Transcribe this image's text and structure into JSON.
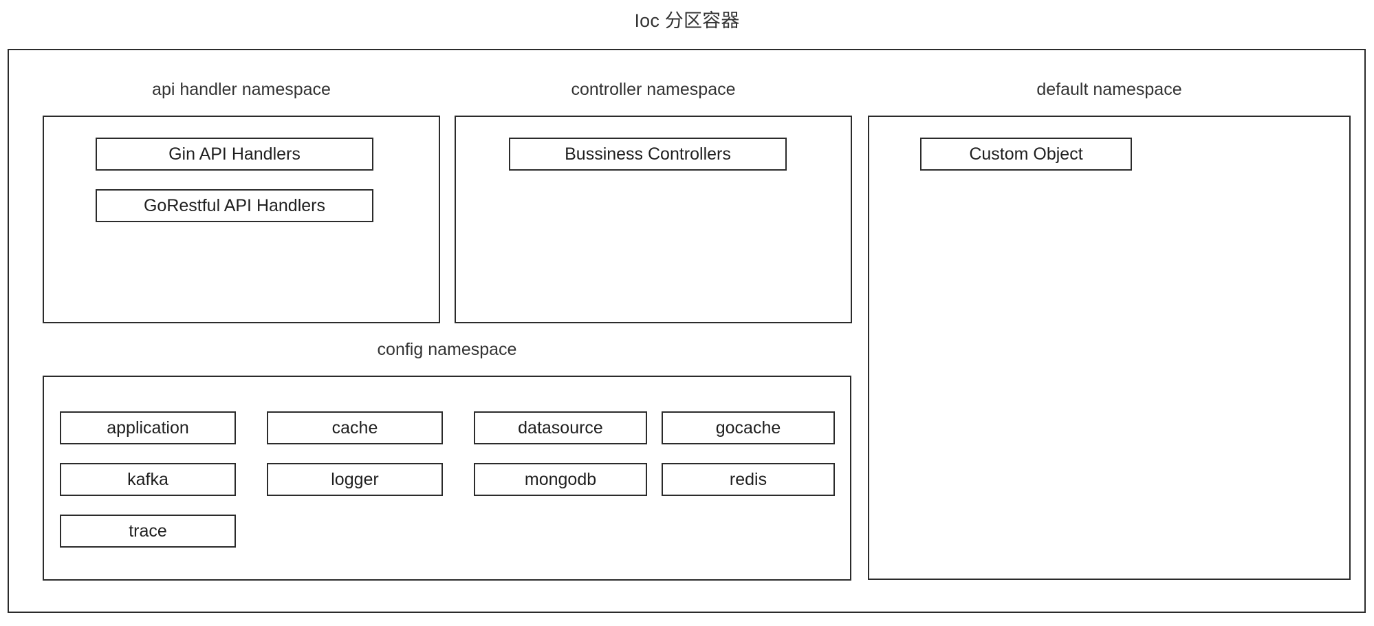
{
  "diagram": {
    "title": "Ioc 分区容器",
    "type": "block-diagram",
    "colors": {
      "border": "#2b2b2b",
      "background": "#ffffff",
      "text": "#1f1f1f",
      "label_text": "#333333"
    },
    "namespaces": [
      {
        "id": "api-handler",
        "label": "api handler namespace",
        "items": [
          {
            "id": "gin-api-handlers",
            "label": "Gin API Handlers"
          },
          {
            "id": "gorestful-api-handlers",
            "label": "GoRestful API Handlers"
          }
        ]
      },
      {
        "id": "controller",
        "label": "controller namespace",
        "items": [
          {
            "id": "bussiness-controllers",
            "label": "Bussiness Controllers"
          }
        ]
      },
      {
        "id": "default",
        "label": "default namespace",
        "items": [
          {
            "id": "custom-object",
            "label": "Custom Object"
          }
        ]
      },
      {
        "id": "config",
        "label": "config namespace",
        "items": [
          {
            "id": "application",
            "label": "application"
          },
          {
            "id": "cache",
            "label": "cache"
          },
          {
            "id": "datasource",
            "label": "datasource"
          },
          {
            "id": "gocache",
            "label": "gocache"
          },
          {
            "id": "kafka",
            "label": "kafka"
          },
          {
            "id": "logger",
            "label": "logger"
          },
          {
            "id": "mongodb",
            "label": "mongodb"
          },
          {
            "id": "redis",
            "label": "redis"
          },
          {
            "id": "trace",
            "label": "trace"
          }
        ]
      }
    ]
  }
}
